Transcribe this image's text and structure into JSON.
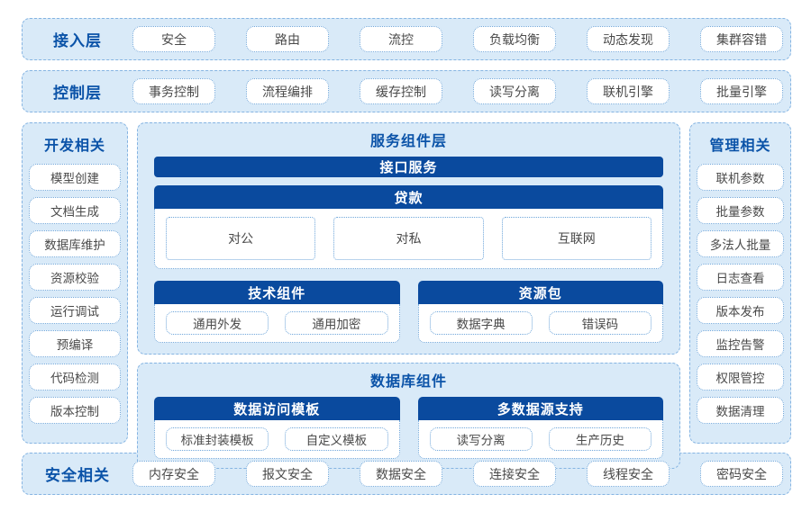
{
  "colors": {
    "band-bg": "#d9eaf8",
    "border": "#85b4e2",
    "pill-border": "#6fa6da",
    "dark": "#0a4a9e",
    "title": "#0b53a8",
    "text": "#4a4a4a"
  },
  "access_layer": {
    "label": "接入层",
    "items": [
      "安全",
      "路由",
      "流控",
      "负载均衡",
      "动态发现",
      "集群容错"
    ]
  },
  "control_layer": {
    "label": "控制层",
    "items": [
      "事务控制",
      "流程编排",
      "缓存控制",
      "读写分离",
      "联机引擎",
      "批量引擎"
    ]
  },
  "dev_sidebar": {
    "title": "开发相关",
    "items": [
      "模型创建",
      "文档生成",
      "数据库维护",
      "资源校验",
      "运行调试",
      "预编译",
      "代码检测",
      "版本控制"
    ]
  },
  "mgmt_sidebar": {
    "title": "管理相关",
    "items": [
      "联机参数",
      "批量参数",
      "多法人批量",
      "日志查看",
      "版本发布",
      "监控告警",
      "权限管控",
      "数据清理"
    ]
  },
  "service_panel": {
    "title": "服务组件层",
    "interface_bar": "接口服务",
    "loan_group": {
      "title": "贷款",
      "items": [
        "对公",
        "对私",
        "互联网"
      ]
    },
    "tech_group": {
      "title": "技术组件",
      "items": [
        "通用外发",
        "通用加密"
      ]
    },
    "resource_group": {
      "title": "资源包",
      "items": [
        "数据字典",
        "错误码"
      ]
    }
  },
  "db_panel": {
    "title": "数据库组件",
    "template_group": {
      "title": "数据访问模板",
      "items": [
        "标准封装模板",
        "自定义模板"
      ]
    },
    "datasource_group": {
      "title": "多数据源支持",
      "items": [
        "读写分离",
        "生产历史"
      ]
    }
  },
  "security_layer": {
    "label": "安全相关",
    "items": [
      "内存安全",
      "报文安全",
      "数据安全",
      "连接安全",
      "线程安全",
      "密码安全"
    ]
  }
}
